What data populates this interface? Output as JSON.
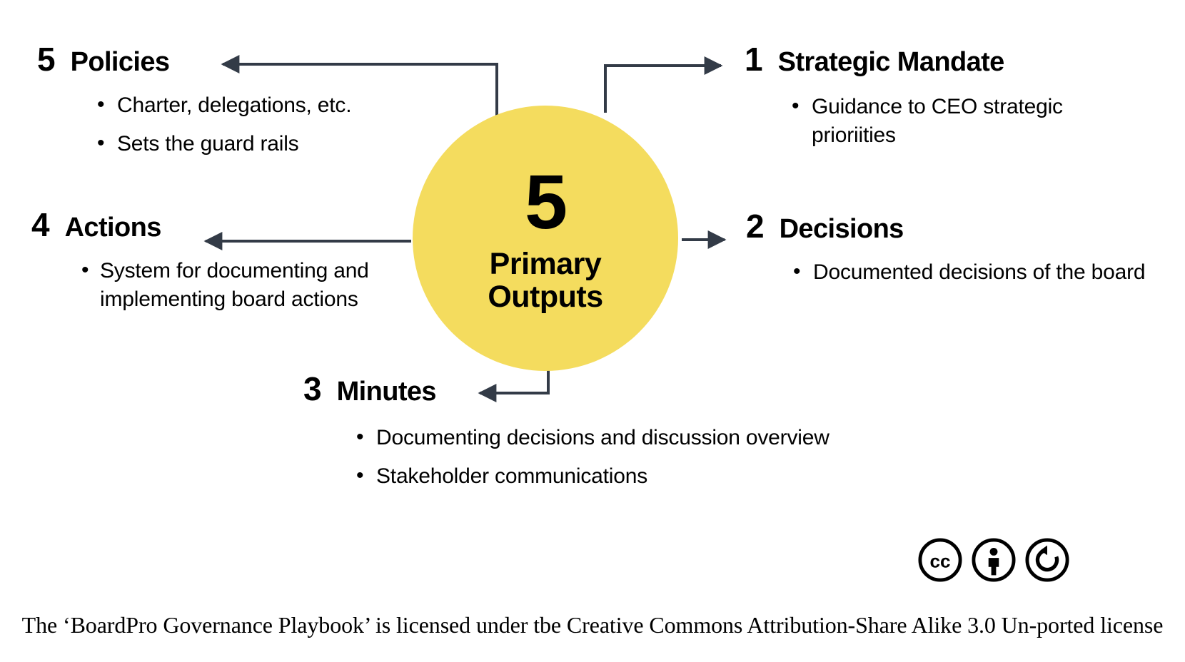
{
  "hub": {
    "number": "5",
    "label_line1": "Primary",
    "label_line2": "Outputs",
    "color": "#F4DC5E"
  },
  "nodes": [
    {
      "id": "policies",
      "number": "5",
      "title": "Policies",
      "bullets": [
        "Charter, delegations, etc.",
        "Sets the guard rails"
      ]
    },
    {
      "id": "strategic-mandate",
      "number": "1",
      "title": "Strategic Mandate",
      "bullets": [
        "Guidance to CEO strategic prioriities"
      ]
    },
    {
      "id": "actions",
      "number": "4",
      "title": "Actions",
      "bullets": [
        "System for documenting and implementing board actions"
      ]
    },
    {
      "id": "decisions",
      "number": "2",
      "title": "Decisions",
      "bullets": [
        "Documented decisions of the board"
      ]
    },
    {
      "id": "minutes",
      "number": "3",
      "title": "Minutes",
      "bullets": [
        "Documenting decisions and discussion overview",
        "Stakeholder communications"
      ]
    }
  ],
  "connectors": {
    "color": "#333B47",
    "items": [
      {
        "name": "hub-to-policies",
        "direction": "left"
      },
      {
        "name": "hub-to-strategic-mandate",
        "direction": "right"
      },
      {
        "name": "hub-to-actions",
        "direction": "left"
      },
      {
        "name": "hub-to-decisions",
        "direction": "right"
      },
      {
        "name": "hub-to-minutes",
        "direction": "left"
      }
    ]
  },
  "license": {
    "badges": [
      "cc-icon",
      "cc-by-icon",
      "cc-sa-icon"
    ],
    "text": "The ‘BoardPro Governance Playbook’ is licensed under tbe Creative Commons Attribution-Share Alike 3.0 Un-ported license"
  }
}
